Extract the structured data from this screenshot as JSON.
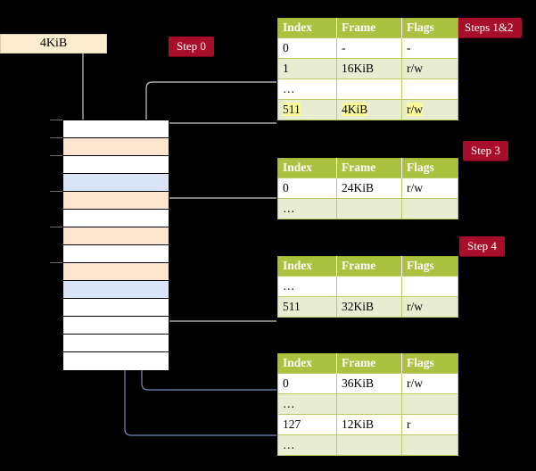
{
  "title": "Multi-level page table walk diagram",
  "badges": {
    "step0": "Step 0",
    "steps12": "Steps 1&2",
    "step3": "Step 3",
    "step4": "Step 4"
  },
  "page_box": {
    "label": "4KiB"
  },
  "colors": {
    "badge_bg": "#A70E29",
    "table_header_bg": "#AAC23F",
    "table_alt_row": "#E8EDD2",
    "highlight": "#FAFA9B",
    "mem_orange": "#FDE5CF",
    "mem_blue": "#D9E5F6",
    "page_box_bg": "#FBEDCD",
    "wire_gray": "#c9c9c9",
    "wire_blue": "#6d8fc0"
  },
  "columns": {
    "index": "Index",
    "frame": "Frame",
    "flags": "Flags"
  },
  "tables": [
    {
      "name": "table-steps-1-2",
      "rows": [
        {
          "index": "0",
          "frame": "-",
          "flags": "-",
          "style": "plain"
        },
        {
          "index": "1",
          "frame": "16KiB",
          "flags": "r/w",
          "style": "alt"
        },
        {
          "index": "…",
          "frame": "",
          "flags": "",
          "style": "plain"
        },
        {
          "index": "511",
          "frame": "4KiB",
          "flags": "r/w",
          "style": "hl"
        }
      ]
    },
    {
      "name": "table-step-3",
      "rows": [
        {
          "index": "0",
          "frame": "24KiB",
          "flags": "r/w",
          "style": "plain"
        },
        {
          "index": "…",
          "frame": "",
          "flags": "",
          "style": "alt"
        }
      ]
    },
    {
      "name": "table-step-4",
      "rows": [
        {
          "index": "…",
          "frame": "",
          "flags": "",
          "style": "plain"
        },
        {
          "index": "511",
          "frame": "32KiB",
          "flags": "r/w",
          "style": "alt"
        }
      ]
    },
    {
      "name": "table-frames",
      "rows": [
        {
          "index": "0",
          "frame": "36KiB",
          "flags": "r/w",
          "style": "plain"
        },
        {
          "index": "…",
          "frame": "",
          "flags": "",
          "style": "alt"
        },
        {
          "index": "127",
          "frame": "12KiB",
          "flags": "r",
          "style": "plain"
        },
        {
          "index": "…",
          "frame": "",
          "flags": "",
          "style": "alt"
        }
      ]
    }
  ],
  "memory_column": {
    "name": "physical-memory-column",
    "rows": [
      {
        "fill": "white"
      },
      {
        "fill": "orange"
      },
      {
        "fill": "white"
      },
      {
        "fill": "blue"
      },
      {
        "fill": "orange"
      },
      {
        "fill": "white"
      },
      {
        "fill": "orange"
      },
      {
        "fill": "white"
      },
      {
        "fill": "orange"
      },
      {
        "fill": "blue"
      },
      {
        "fill": "white"
      },
      {
        "fill": "white"
      },
      {
        "fill": "white"
      },
      {
        "fill": "white"
      }
    ]
  }
}
